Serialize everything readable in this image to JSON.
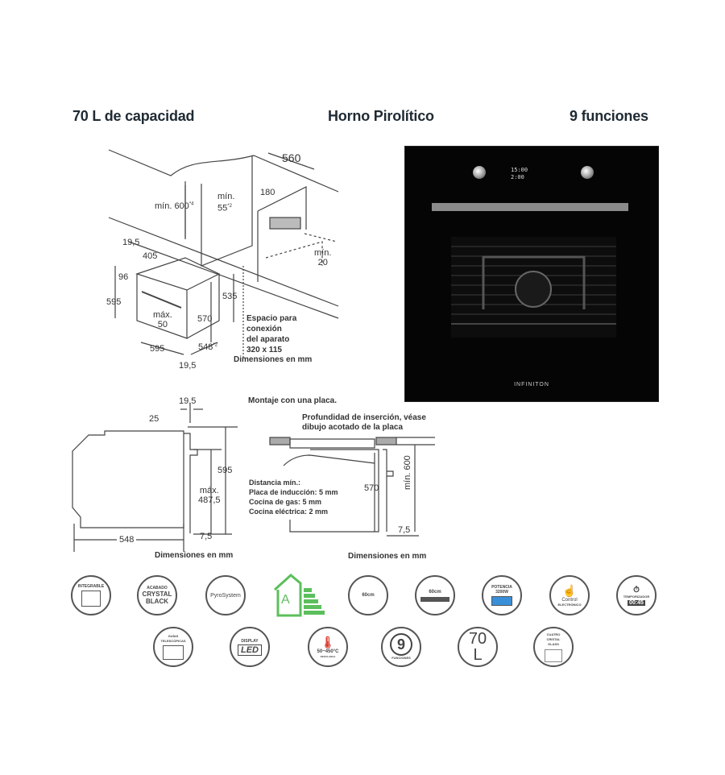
{
  "header": {
    "capacity": "70 L de capacidad",
    "product": "Horno  Pirolítico",
    "functions": "9 funciones"
  },
  "install_diagram": {
    "dims": {
      "cabinet_width": "560",
      "min_height": "mín. 600",
      "min_height_note": "*4",
      "min_side": "mín.",
      "min_side_val": "55",
      "min_side_note": "*2",
      "gap": "180",
      "min_bottom": "mín.",
      "min_bottom_val": "20",
      "d195_top": "19,5",
      "d405": "405",
      "d96": "96",
      "d595_h": "595",
      "max": "máx.",
      "max_val": "50",
      "d570": "570",
      "d535": "535",
      "d595_w": "595",
      "d548": "548",
      "d548_note": "*2",
      "d195_bottom": "19,5"
    },
    "connection_note": [
      "Espacio para",
      "conexión",
      "del aparato",
      "320 x 115"
    ],
    "units": "Dimensiones en mm"
  },
  "oven_image": {
    "display_line1": "15:00",
    "display_line2": "2:00",
    "brand": "INFINITON"
  },
  "side_diagram": {
    "d195": "19,5",
    "d25": "25",
    "d595": "595",
    "max": "máx.",
    "max_val": "487,5",
    "d548": "548",
    "d75": "7,5",
    "units": "Dimensiones en mm"
  },
  "hob_diagram": {
    "title": "Montaje con una placa.",
    "insertion_note": [
      "Profundidad de inserción, véase",
      "dibujo acotado de la placa"
    ],
    "distance_title": "Distancia mín.:",
    "distances": [
      "Placa de inducción: 5 mm",
      "Cocina de gas: 5 mm",
      "Cocina eléctrica: 2 mm"
    ],
    "d570": "570",
    "min600": "mín. 600",
    "d75": "7,5",
    "units": "Dimensiones en mm"
  },
  "feature_icons": {
    "row1": [
      {
        "name": "integrable",
        "top": "INTEGRABLE",
        "main": ""
      },
      {
        "name": "crystal-black",
        "top": "ACABADO",
        "main": "CRYSTAL BLACK"
      },
      {
        "name": "pyrosystem",
        "top": "",
        "main": "PyroSystem"
      },
      {
        "name": "energy-class",
        "top": "",
        "main": "A"
      },
      {
        "name": "height-60",
        "top": "",
        "main": "60cm"
      },
      {
        "name": "width-60",
        "top": "",
        "main": "60cm"
      },
      {
        "name": "power",
        "top": "POTENCIA",
        "main": "3200W"
      },
      {
        "name": "electronic-control",
        "top": "",
        "main": "Control",
        "bottom": "ELECTRÓNICO"
      },
      {
        "name": "timer",
        "top": "TEMPORIZADOR",
        "main": "00:45"
      }
    ],
    "row2": [
      {
        "name": "telescopic-guides",
        "top": "GUÍAS TELESCÓPICAS",
        "main": ""
      },
      {
        "name": "led-display",
        "top": "DISPLAY",
        "main": "LED"
      },
      {
        "name": "temperature",
        "top": "",
        "main": "50~450°C",
        "bottom": "REGULABLE"
      },
      {
        "name": "functions",
        "top": "",
        "main": "9",
        "bottom": "FUNCIONES"
      },
      {
        "name": "capacity",
        "top": "",
        "main": "70",
        "bottom": "L"
      },
      {
        "name": "quad-glass",
        "top": "CUATRO CRISTAL GLASS",
        "main": ""
      }
    ]
  },
  "colors": {
    "energy_green": "#5cbf5c",
    "thermo_red": "#d93a2b",
    "power_blue": "#3a8fd9",
    "heading": "#1f2a33"
  }
}
